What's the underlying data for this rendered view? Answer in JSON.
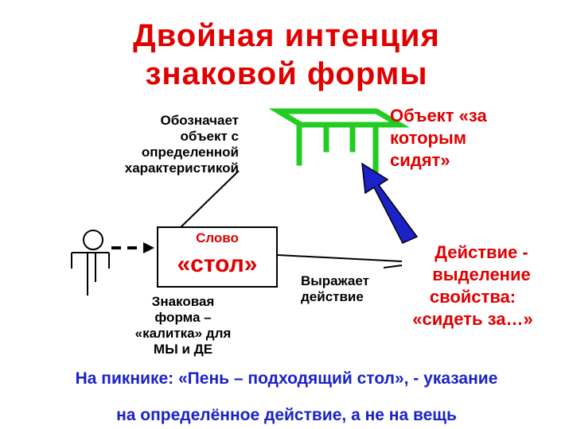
{
  "title": {
    "line1": "Двойная интенция",
    "line2": "знаковой формы"
  },
  "designates": {
    "lines": [
      "Обозначает",
      "объект с",
      "определенной",
      "характеристикой"
    ]
  },
  "object": {
    "lines": [
      "Объект «за",
      "которым",
      "сидят»"
    ]
  },
  "word_box": {
    "label": "Слово",
    "word": "«стол»"
  },
  "sign_form": {
    "lines": [
      "Знаковая",
      "форма –",
      "«калитка» для",
      "МЫ и ДЕ"
    ]
  },
  "expresses": {
    "lines": [
      "Выражает",
      "действие"
    ]
  },
  "action": {
    "lines": [
      "Действие -",
      "выделение",
      "свойства:",
      "«сидеть за…»"
    ]
  },
  "picnic": {
    "line1": "На пикнике: «Пень – подходящий стол», - указание",
    "line2": "на определённое действие, а не на вещь"
  },
  "colors": {
    "title": "#e00000",
    "table": "#22cc22",
    "arrow": "#1a22c8",
    "text": "#000000"
  }
}
